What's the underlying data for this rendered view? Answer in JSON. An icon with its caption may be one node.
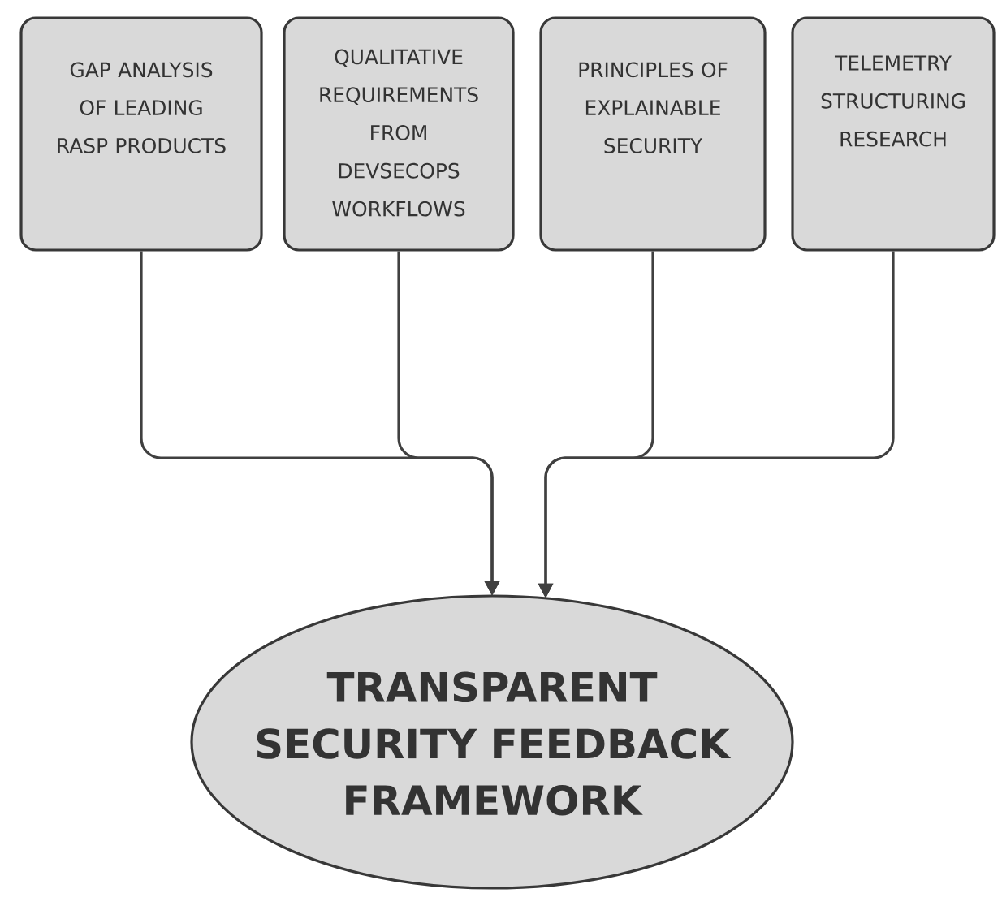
{
  "diagram": {
    "nodes": [
      {
        "text": [
          "GAP ANALYSIS OF LEADING RASP PRODUCTS"
        ]
      },
      {
        "text": [
          "QUALITATIVE REQUIREMENTS FROM DEVSECOPS WORKFLOWS"
        ]
      },
      {
        "text": [
          "PRINCIPLES OF EXPLAINABLE SECURITY"
        ]
      },
      {
        "text": [
          "TELEMETRY STRUCTURING RESEARCH"
        ]
      },
      {
        "text": [
          "TRANSPARENT SECURITY FEEDBACK FRAMEWORK"
        ]
      }
    ],
    "edges": [
      {
        "from": 0,
        "to": 4,
        "arrow": "to"
      },
      {
        "from": 1,
        "to": 4,
        "arrow": "to"
      },
      {
        "from": 2,
        "to": 4,
        "arrow": "to"
      },
      {
        "from": 3,
        "to": 4,
        "arrow": "to"
      }
    ]
  }
}
